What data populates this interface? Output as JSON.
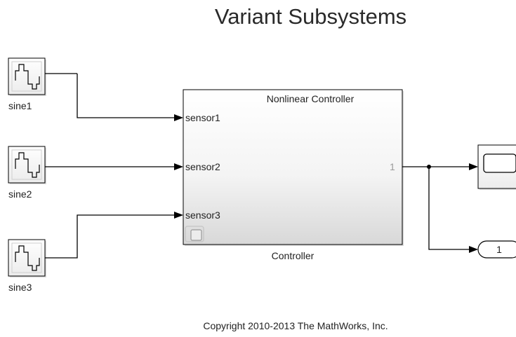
{
  "title": "Variant Subsystems",
  "sources": [
    {
      "label": "sine1"
    },
    {
      "label": "sine2"
    },
    {
      "label": "sine3"
    }
  ],
  "subsystem": {
    "title": "Nonlinear Controller",
    "name": "Controller",
    "inports": [
      "sensor1",
      "sensor2",
      "sensor3"
    ],
    "outport": "1"
  },
  "outport_block": {
    "label": "1"
  },
  "copyright": "Copyright 2010-2013 The MathWorks, Inc."
}
